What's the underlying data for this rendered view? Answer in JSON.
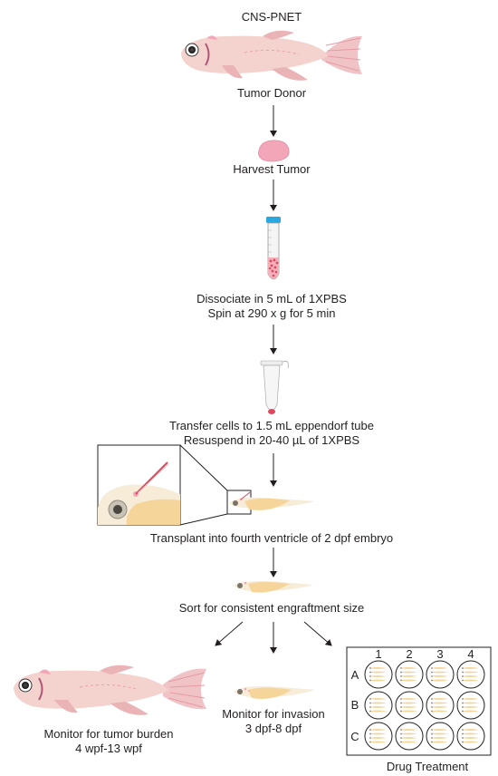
{
  "title": "CNS-PNET",
  "steps": {
    "tumor_donor": "Tumor Donor",
    "harvest": "Harvest Tumor",
    "dissociate_1": "Dissociate in 5 mL of 1XPBS",
    "dissociate_2": "Spin at 290 x g for 5 min",
    "transfer_1": "Transfer cells to 1.5 mL eppendorf tube",
    "transfer_2": "Resuspend in 20-40 µL of 1XPBS",
    "transplant": "Transplant into fourth ventricle of 2 dpf embryo",
    "sort": "Sort for consistent engraftment size"
  },
  "outcomes": {
    "burden_1": "Monitor for tumor burden",
    "burden_2": "4 wpf-13 wpf",
    "invasion_1": "Monitor for invasion",
    "invasion_2": "3 dpf-8 dpf",
    "drug": "Drug Treatment"
  },
  "plate": {
    "columns": [
      "1",
      "2",
      "3",
      "4"
    ],
    "rows": [
      "A",
      "B",
      "C"
    ]
  },
  "colors": {
    "fish_body": "#f3d3cc",
    "fish_fin": "#e8a0a8",
    "tumor": "#f3a6b8",
    "embryo_yolk": "#f6d59a",
    "tube_cap": "#29a8e0",
    "cells": "#e0475c",
    "line": "#231f20"
  }
}
